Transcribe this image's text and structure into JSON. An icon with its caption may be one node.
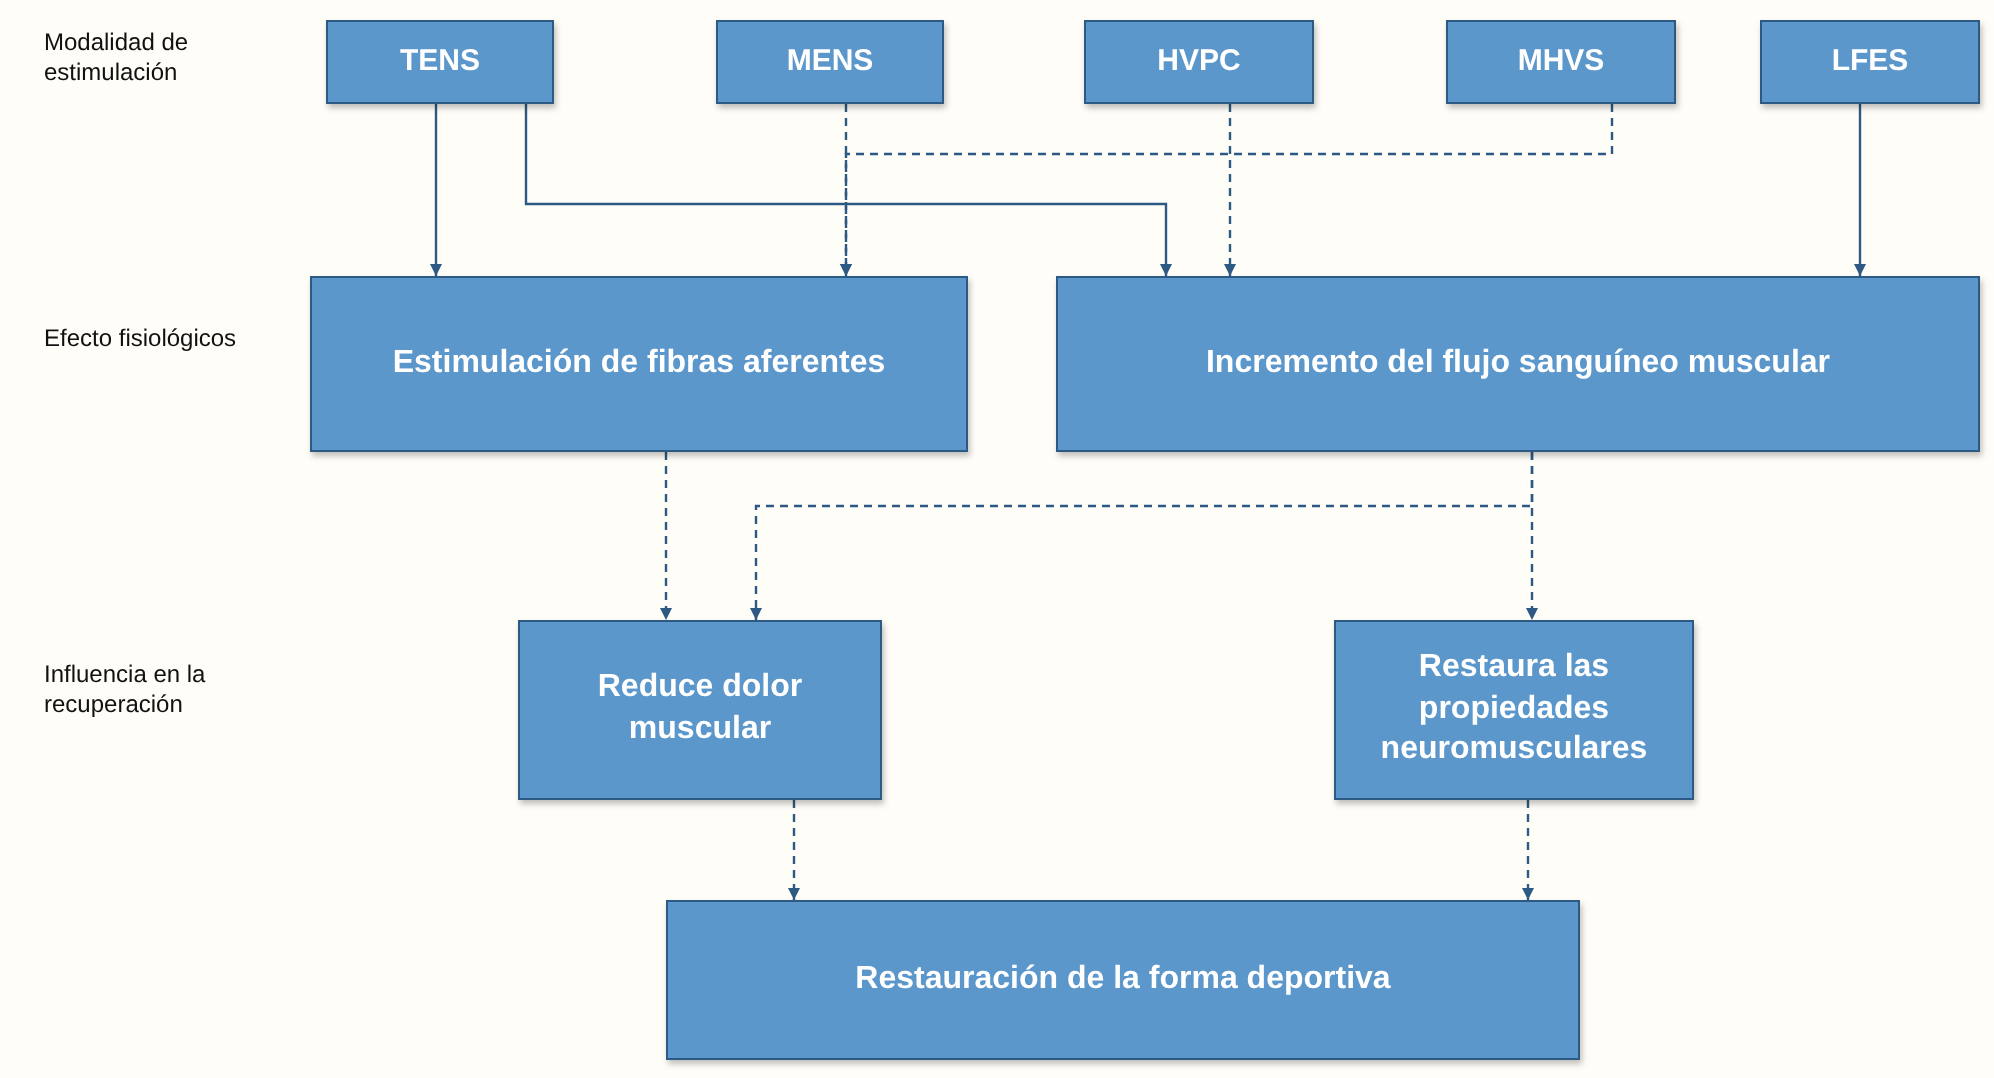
{
  "diagram": {
    "nodes": [
      {
        "text": [
          "TENS"
        ]
      },
      {
        "text": [
          "MENS"
        ]
      },
      {
        "text": [
          "HVPC"
        ]
      },
      {
        "text": [
          "MHVS"
        ]
      },
      {
        "text": [
          "LFES"
        ]
      },
      {
        "text": [
          "Estimulación de fibras aferentes"
        ]
      },
      {
        "text": [
          "Incremento del flujo sanguíneo muscular"
        ]
      },
      {
        "text": [
          "Reduce dolor muscular"
        ]
      },
      {
        "text": [
          "Restaura las propiedades neuromusculares"
        ]
      },
      {
        "text": [
          "Restauración de la forma deportiva"
        ]
      }
    ],
    "edges": [
      {
        "from": 0,
        "to": 5,
        "arrow": "to"
      },
      {
        "from": 0,
        "to": 6,
        "arrow": "to"
      },
      {
        "from": 1,
        "to": 5,
        "arrow": "to",
        "style": "dashed"
      },
      {
        "from": 3,
        "to": 5,
        "arrow": "to",
        "style": "dashed"
      },
      {
        "from": 2,
        "to": 6,
        "arrow": "to",
        "style": "dashed"
      },
      {
        "from": 4,
        "to": 6,
        "arrow": "to"
      },
      {
        "from": 5,
        "to": 7,
        "arrow": "to",
        "style": "dashed"
      },
      {
        "from": 6,
        "to": 7,
        "arrow": "to",
        "style": "dashed"
      },
      {
        "from": 6,
        "to": 8,
        "arrow": "to",
        "style": "dashed"
      },
      {
        "from": 7,
        "to": 9,
        "arrow": "to",
        "style": "dashed"
      },
      {
        "from": 8,
        "to": 9,
        "arrow": "to",
        "style": "dashed"
      }
    ],
    "labels": [
      "Modalidad de estimulación",
      "Efecto fisiológicos",
      "Influencia en la recuperación"
    ]
  }
}
